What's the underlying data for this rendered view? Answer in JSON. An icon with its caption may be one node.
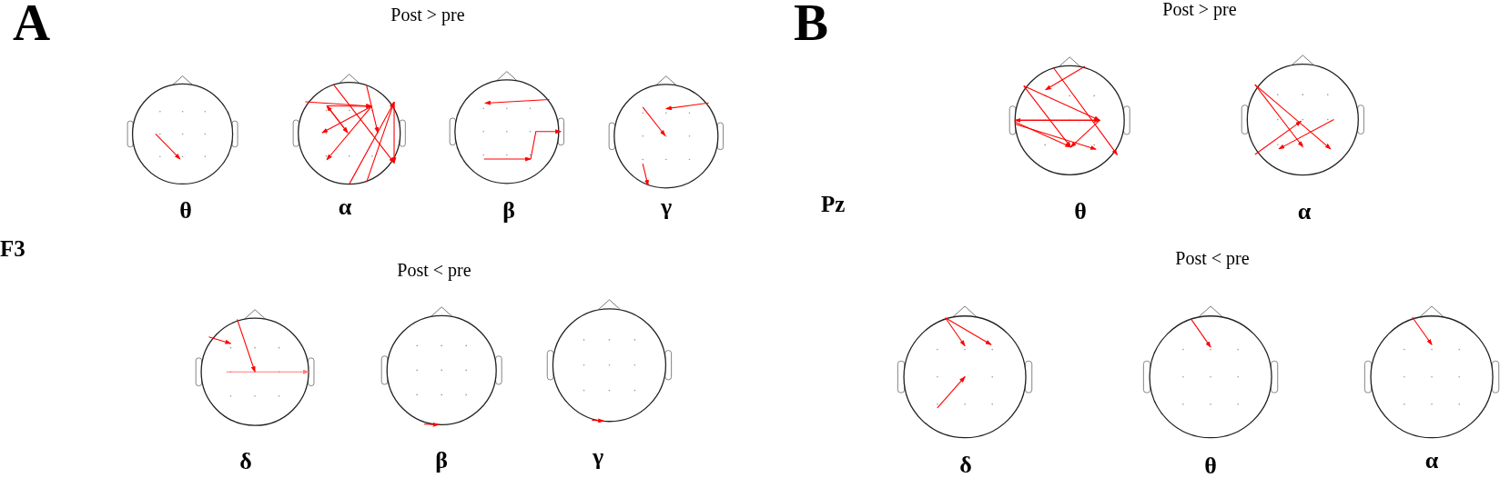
{
  "diagram": {
    "nodes": [
      {
        "text": [
          "θ"
        ]
      },
      {
        "text": [
          "α"
        ]
      },
      {
        "text": [
          "β"
        ]
      },
      {
        "text": [
          "γ"
        ]
      },
      {
        "text": [
          "δ"
        ]
      },
      {
        "text": [
          "β"
        ]
      },
      {
        "text": [
          "γ"
        ]
      },
      {
        "text": [
          "θ"
        ]
      },
      {
        "text": [
          "α"
        ]
      },
      {
        "text": [
          "δ"
        ]
      },
      {
        "text": [
          "θ"
        ]
      },
      {
        "text": [
          "α"
        ]
      }
    ],
    "labels": [
      "A",
      "Post > pre",
      "F3",
      "Post < pre",
      "B",
      "Post > pre",
      "Pz",
      "Post < pre"
    ]
  }
}
